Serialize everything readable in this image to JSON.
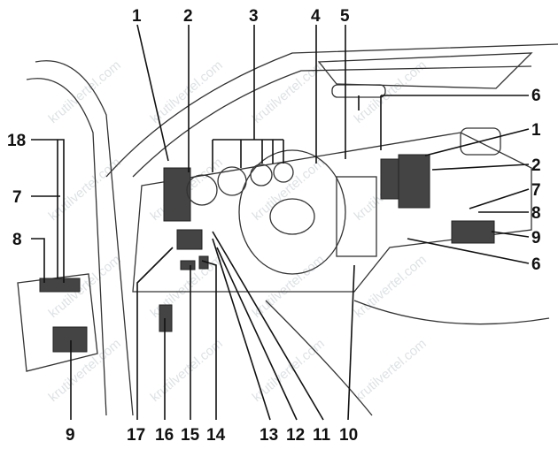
{
  "watermark": "krutilvertel.com",
  "callouts": {
    "top": [
      "1",
      "2",
      "3",
      "4",
      "5"
    ],
    "right": [
      "6",
      "1",
      "2",
      "7",
      "8",
      "9",
      "6"
    ],
    "left": [
      "18",
      "7",
      "8"
    ],
    "bottom": [
      "9",
      "17",
      "16",
      "15",
      "14",
      "13",
      "12",
      "11",
      "10"
    ]
  }
}
